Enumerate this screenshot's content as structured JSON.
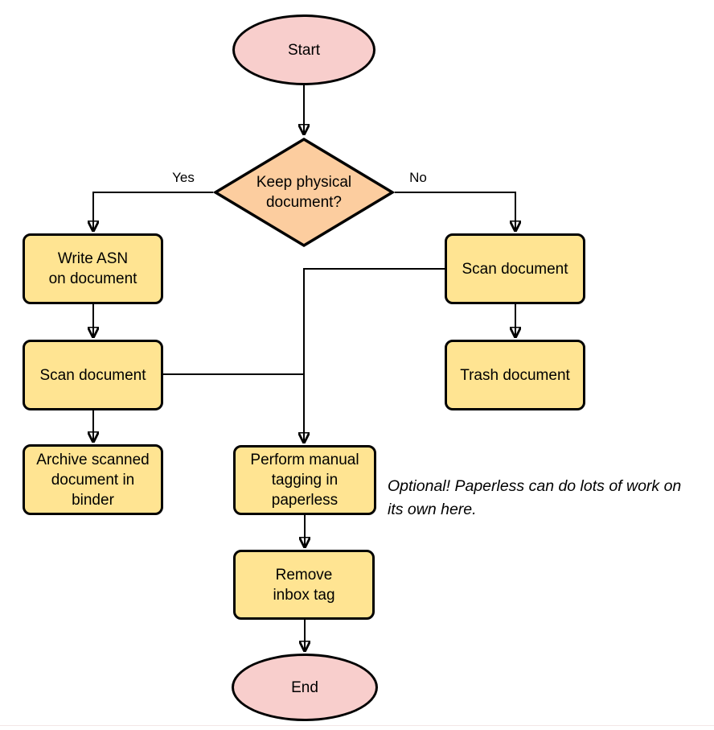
{
  "diagram": {
    "nodes": {
      "start": {
        "label": "Start"
      },
      "decision": {
        "label": "Keep physical\ndocument?"
      },
      "write_asn": {
        "label": "Write ASN\non document"
      },
      "scan_left": {
        "label": "Scan document"
      },
      "archive": {
        "label": "Archive scanned\ndocument in\nbinder"
      },
      "scan_right": {
        "label": "Scan document"
      },
      "trash": {
        "label": "Trash document"
      },
      "tagging": {
        "label": "Perform manual\ntagging in\npaperless"
      },
      "remove_inbox": {
        "label": "Remove\ninbox tag"
      },
      "end": {
        "label": "End"
      }
    },
    "edge_labels": {
      "yes": "Yes",
      "no": "No"
    },
    "note": "Optional! Paperless can do lots of work on\nits own here.",
    "colors": {
      "terminal_fill": "#f8cecc",
      "decision_fill": "#fccd9f",
      "process_fill": "#ffe492",
      "stroke": "#000000",
      "text": "#000000"
    }
  }
}
